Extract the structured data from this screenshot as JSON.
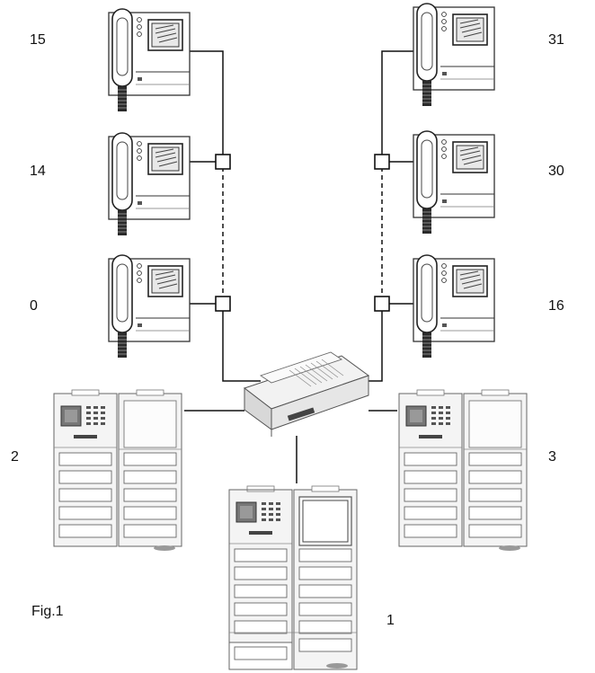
{
  "figure_label": "Fig.1",
  "monitor_labels": {
    "left_top": "15",
    "left_mid": "14",
    "left_bottom": "0",
    "right_top": "31",
    "right_mid": "30",
    "right_bottom": "16"
  },
  "panel_labels": {
    "left": "2",
    "right": "3",
    "center": "1"
  }
}
